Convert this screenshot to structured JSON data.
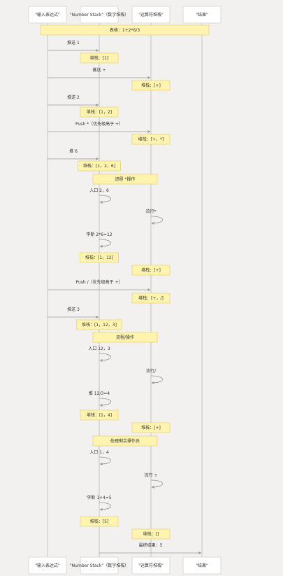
{
  "colors": {
    "background": "#f2f1f0",
    "note_fill": "#fff3b0",
    "note_border": "#e8d57a",
    "lifeline": "#c4c4c4",
    "arrow": "#999999"
  },
  "participants": [
    {
      "id": "input",
      "label": "\"输入表达式\""
    },
    {
      "id": "num",
      "label": "\"Number Stack\"（数字堆栈）"
    },
    {
      "id": "op",
      "label": "\"运算符堆栈\""
    },
    {
      "id": "res",
      "label": "\"结果\""
    }
  ],
  "events": [
    {
      "type": "note",
      "over": [
        "input",
        "res"
      ],
      "text": "表格：1+2*6/3"
    },
    {
      "type": "msg",
      "from": "input",
      "to": "num",
      "text": "推送 1"
    },
    {
      "type": "note",
      "over": [
        "num"
      ],
      "text": "堆栈：[1]"
    },
    {
      "type": "msg",
      "from": "input",
      "to": "op",
      "text": "推送 +"
    },
    {
      "type": "note",
      "over": [
        "op"
      ],
      "text": "堆栈：[+]"
    },
    {
      "type": "msg",
      "from": "input",
      "to": "num",
      "text": "推送 2"
    },
    {
      "type": "note",
      "over": [
        "num"
      ],
      "text": "堆栈：[1，2]"
    },
    {
      "type": "msg",
      "from": "input",
      "to": "op",
      "text": "Push *（优先级高于 +）"
    },
    {
      "type": "note",
      "over": [
        "op"
      ],
      "text": "堆栈：[+，*]"
    },
    {
      "type": "msg",
      "from": "input",
      "to": "num",
      "text": "推 6"
    },
    {
      "type": "note",
      "over": [
        "num"
      ],
      "text": "堆栈：[1，2，6]"
    },
    {
      "type": "note",
      "over": [
        "num",
        "op"
      ],
      "text": "进程 *操作"
    },
    {
      "type": "self",
      "at": "num",
      "text": "入口 2，6"
    },
    {
      "type": "self",
      "at": "op",
      "text": "流行*"
    },
    {
      "type": "self",
      "at": "num",
      "text": "李斯 2*6=12"
    },
    {
      "type": "note",
      "over": [
        "num"
      ],
      "text": "堆栈：[1，12]"
    },
    {
      "type": "note",
      "over": [
        "op"
      ],
      "text": "堆栈：[+]"
    },
    {
      "type": "msg",
      "from": "input",
      "to": "op",
      "text": "Push /（优先级高于 +）"
    },
    {
      "type": "note",
      "over": [
        "op"
      ],
      "text": "堆栈：[+，/]"
    },
    {
      "type": "msg",
      "from": "input",
      "to": "num",
      "text": "推送 3"
    },
    {
      "type": "note",
      "over": [
        "num"
      ],
      "text": "堆栈：[1，12，3]"
    },
    {
      "type": "note",
      "over": [
        "num",
        "op"
      ],
      "text": "流程/操作"
    },
    {
      "type": "self",
      "at": "num",
      "text": "入口 12，3"
    },
    {
      "type": "self",
      "at": "op",
      "text": "流行/"
    },
    {
      "type": "self",
      "at": "num",
      "text": "推 12/3=4"
    },
    {
      "type": "note",
      "over": [
        "num"
      ],
      "text": "堆栈：[1，4]"
    },
    {
      "type": "note",
      "over": [
        "op"
      ],
      "text": "堆栈：[+]"
    },
    {
      "type": "note",
      "over": [
        "num",
        "op"
      ],
      "text": "处理剩余操作员"
    },
    {
      "type": "self",
      "at": "num",
      "text": "入口 1，4"
    },
    {
      "type": "self",
      "at": "op",
      "text": "流行 +"
    },
    {
      "type": "self",
      "at": "num",
      "text": "李斯 1+4=5"
    },
    {
      "type": "note",
      "over": [
        "num"
      ],
      "text": "堆栈：[5]"
    },
    {
      "type": "note",
      "over": [
        "op"
      ],
      "text": "堆栈：[]"
    },
    {
      "type": "msg",
      "from": "num",
      "to": "res",
      "text": "最终结果：5"
    }
  ]
}
